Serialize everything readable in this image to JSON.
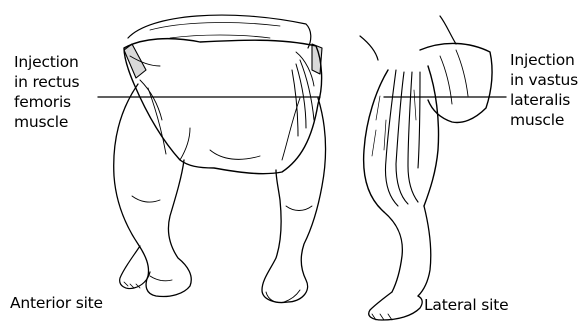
{
  "labels": {
    "rectus": [
      "Injection",
      "in rectus",
      "femoris",
      "muscle"
    ],
    "vastus": [
      "Injection",
      "in vastus",
      "lateralis",
      "muscle"
    ]
  },
  "captions": {
    "anterior": "Anterior site",
    "lateral": "Lateral site"
  },
  "colors": {
    "ink": "#000000",
    "background": "#ffffff"
  }
}
